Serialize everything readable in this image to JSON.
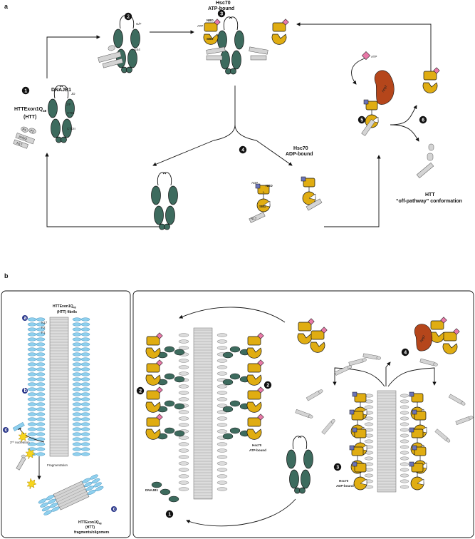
{
  "panel_a": {
    "panel_label": "a",
    "htt_label_line1": "HTTExon1Q",
    "htt_label_sub": "48",
    "htt_label_line2": "(HTT)",
    "dnajb1": "DNAJB1",
    "gf": "G/F",
    "gf2": "G/F",
    "jd": "JD",
    "ctdi": "CTDI",
    "ctdii": "CTDII",
    "h244": "H244",
    "p2": "P2",
    "p1": "P1",
    "polyq": "polyQ",
    "n17": "N17",
    "hsc70_atp_line1": "Hsc70",
    "hsc70_atp_line2": "ATP-bound",
    "atp": "ATP",
    "atp2": "ATP",
    "nbd": "NBD",
    "sbd": "SBD",
    "hsc70_adp_line1": "Hsc70",
    "hsc70_adp_line2": "ADP-bound",
    "adp": "ADP",
    "nbd2": "NBD",
    "sbd2": "SBD",
    "lid": "L",
    "n17b": "N17",
    "apg2": "Apg2",
    "htt_off_line1": "HTT",
    "htt_off_line2": "“off-pathway” conformation",
    "steps": [
      "1",
      "2",
      "3",
      "4",
      "5",
      "6"
    ]
  },
  "panel_b": {
    "panel_label": "b",
    "fibril_title_line1": "HTTExon1Q",
    "fibril_title_sub": "48",
    "fibril_title_line2": "(HTT) fibrils",
    "n17": "N17",
    "p2": "P2",
    "p1": "P1",
    "circ_a": "a",
    "circ_b": "b",
    "circ_c1": "c",
    "circ_c2": "c",
    "nucleation": "2",
    "nucleation_sup": "nd",
    "nucleation_rest": " nucleation",
    "fragmentation": "Fragmentation",
    "frag_line1": "HTTExon1Q",
    "frag_sub": "48",
    "frag_line2": "(HTT)",
    "frag_line3": "fragments/oligomers",
    "dnajb1": "DNAJB1",
    "hsc70_atp_line1": "Hsc70",
    "hsc70_atp_line2": "ATP-bound",
    "hsc70_adp_line1": "Hsc70",
    "hsc70_adp_line2": "ADP-bound",
    "apg2": "Apg2",
    "steps": [
      "1",
      "2",
      "2",
      "3",
      "4"
    ]
  },
  "colors": {
    "dnajb1": "#3d6b5e",
    "hsc70": "#e0ad12",
    "atp": "#e879a8",
    "adp": "#6b74b8",
    "apg2": "#b5461b",
    "htt": "#d4d4d4",
    "fibril_blue": "#8fd0ee",
    "step_circle": "#111111"
  }
}
